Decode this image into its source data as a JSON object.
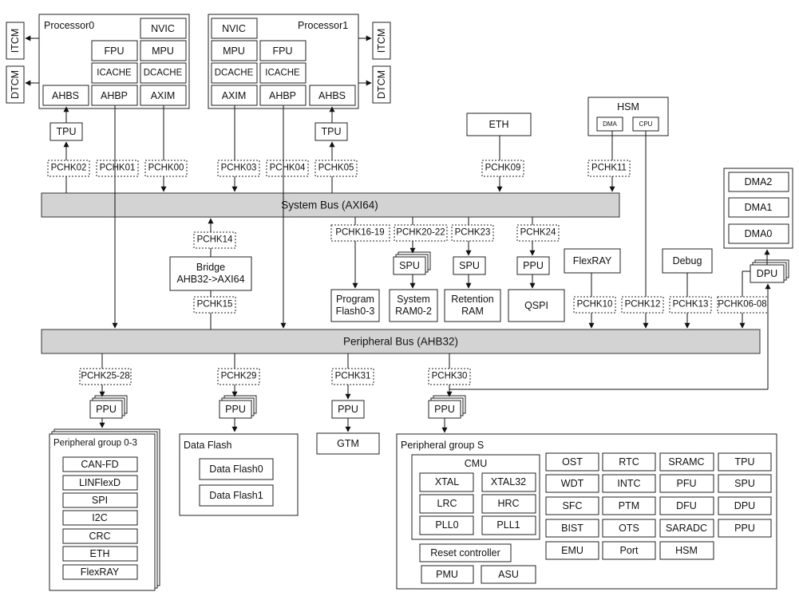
{
  "processor0": {
    "title": "Processor0",
    "nvic": "NVIC",
    "fpu": "FPU",
    "mpu": "MPU",
    "icache": "ICACHE",
    "dcache": "DCACHE",
    "ahbs": "AHBS",
    "ahbp": "AHBP",
    "axim": "AXIM"
  },
  "processor1": {
    "title": "Processor1",
    "nvic": "NVIC",
    "mpu": "MPU",
    "fpu": "FPU",
    "dcache": "DCACHE",
    "icache": "ICACHE",
    "axim": "AXIM",
    "ahbp": "AHBP",
    "ahbs": "AHBS"
  },
  "tcm": {
    "itcm_left": "ITCM",
    "dtcm_left": "DTCM",
    "itcm_right": "ITCM",
    "dtcm_right": "DTCM"
  },
  "tpu": {
    "left": "TPU",
    "right": "TPU"
  },
  "eth_top": "ETH",
  "hsm": {
    "title": "HSM",
    "dma": "DMA",
    "cpu": "CPU"
  },
  "dma_group": {
    "dma2": "DMA2",
    "dma1": "DMA1",
    "dma0": "DMA0"
  },
  "dpu_top": "DPU",
  "pchk": {
    "p02": "PCHK02",
    "p01": "PCHK01",
    "p00": "PCHK00",
    "p03": "PCHK03",
    "p04": "PCHK04",
    "p05": "PCHK05",
    "p09": "PCHK09",
    "p11": "PCHK11",
    "p14": "PCHK14",
    "p15": "PCHK15",
    "p16_19": "PCHK16-19",
    "p20_22": "PCHK20-22",
    "p23": "PCHK23",
    "p24": "PCHK24",
    "p10": "PCHK10",
    "p12": "PCHK12",
    "p13": "PCHK13",
    "p06_08": "PCHK06-08",
    "p25_28": "PCHK25-28",
    "p29": "PCHK29",
    "p31": "PCHK31",
    "p30": "PCHK30"
  },
  "system_bus": "System Bus (AXI64)",
  "peripheral_bus": "Peripheral Bus (AHB32)",
  "bridge": {
    "line1": "Bridge",
    "line2": "AHB32->AXI64"
  },
  "program_flash": {
    "line1": "Program",
    "line2": "Flash0-3"
  },
  "system_ram": {
    "line1": "System",
    "line2": "RAM0-2"
  },
  "retention_ram": {
    "line1": "Retention",
    "line2": "RAM"
  },
  "qspi": "QSPI",
  "spu": {
    "a": "SPU",
    "b": "SPU"
  },
  "ppu_top": "PPU",
  "flexray_top": "FlexRAY",
  "debug": "Debug",
  "ppu_bottom": {
    "a": "PPU",
    "b": "PPU",
    "c": "PPU",
    "d": "PPU"
  },
  "peripheral_group_03": {
    "title": "Peripheral group 0-3",
    "items": [
      "CAN-FD",
      "LINFlexD",
      "SPI",
      "I2C",
      "CRC",
      "ETH",
      "FlexRAY"
    ]
  },
  "data_flash": {
    "title": "Data Flash",
    "items": [
      "Data Flash0",
      "Data Flash1"
    ]
  },
  "gtm": "GTM",
  "peripheral_group_s": {
    "title": "Peripheral group S",
    "cmu": {
      "title": "CMU",
      "items": [
        "XTAL",
        "XTAL32",
        "LRC",
        "HRC",
        "PLL0",
        "PLL1"
      ]
    },
    "reset_controller": "Reset controller",
    "pmu": "PMU",
    "asu": "ASU",
    "grid": [
      [
        "OST",
        "RTC",
        "SRAMC",
        "TPU"
      ],
      [
        "WDT",
        "INTC",
        "PFU",
        "SPU"
      ],
      [
        "SFC",
        "PTM",
        "DFU",
        "DPU"
      ],
      [
        "BIST",
        "OTS",
        "SARADC",
        "PPU"
      ],
      [
        "EMU",
        "Port",
        "HSM"
      ]
    ]
  }
}
